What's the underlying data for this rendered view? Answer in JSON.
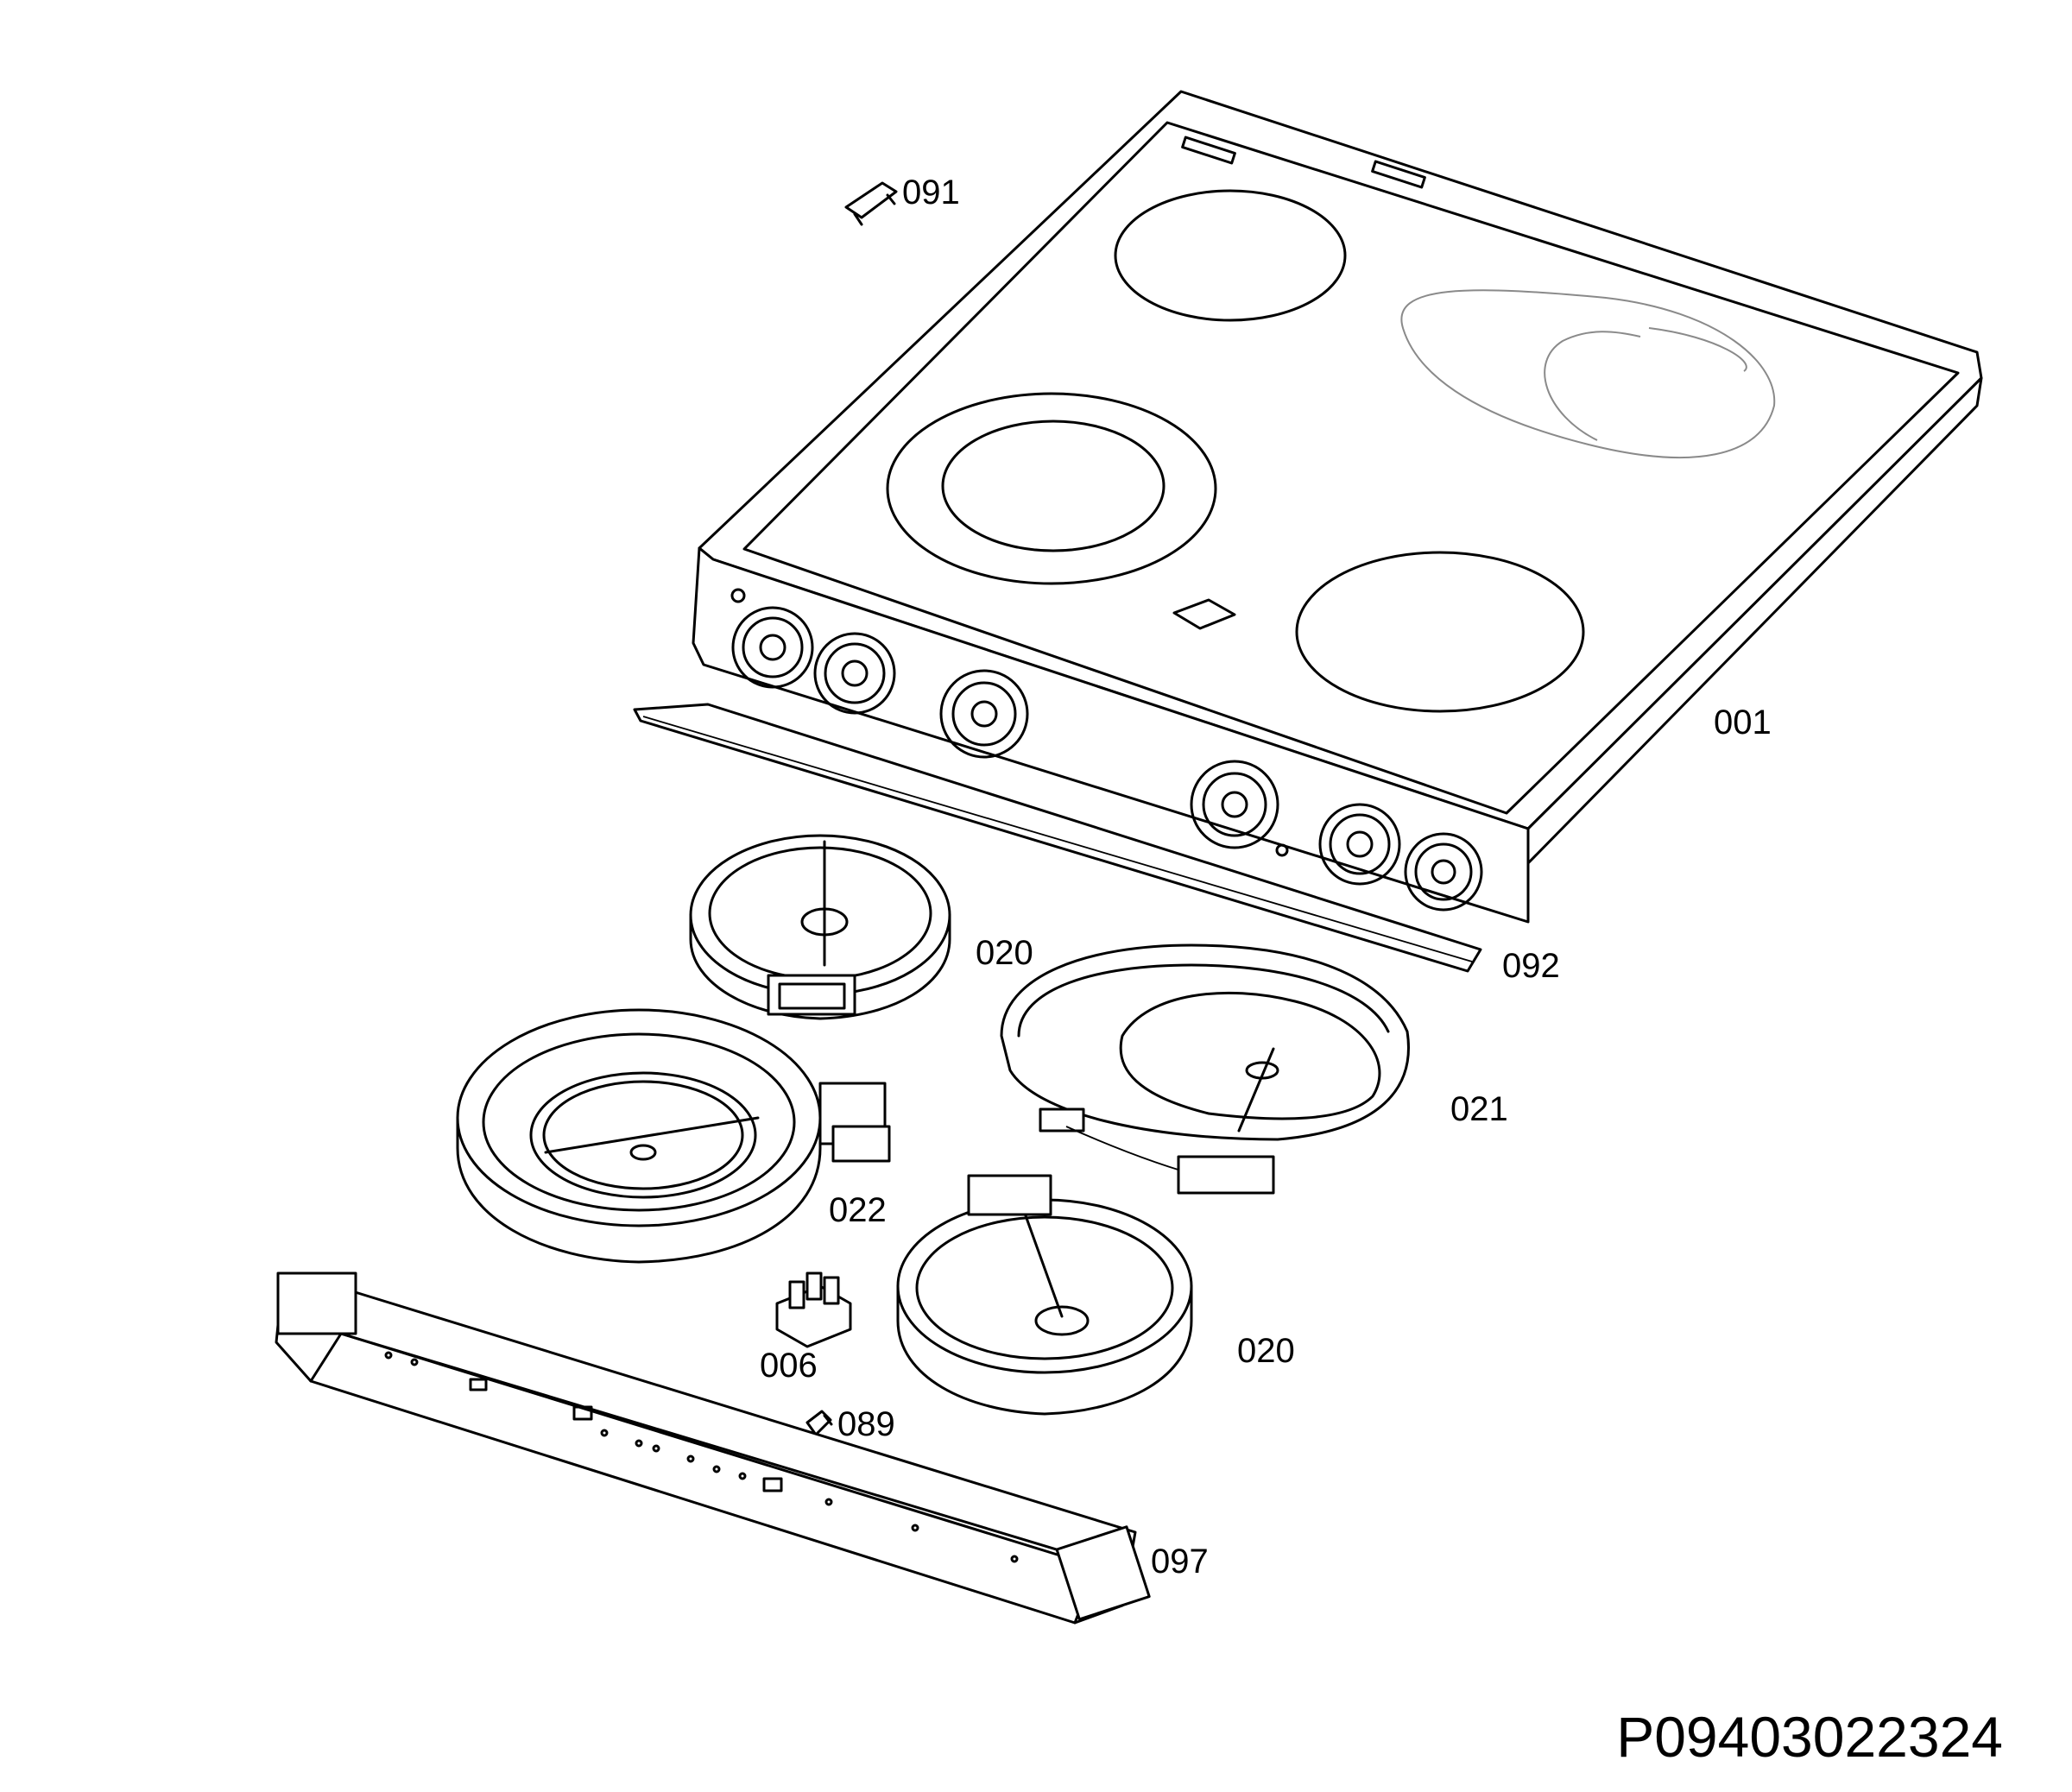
{
  "diagram": {
    "drawing_id": "P09403022324",
    "parts": [
      {
        "key": "hob_top",
        "label": "001"
      },
      {
        "key": "clip_top",
        "label": "091"
      },
      {
        "key": "front_strip",
        "label": "092"
      },
      {
        "key": "heater_small_upper",
        "label": "020"
      },
      {
        "key": "heater_oval",
        "label": "021"
      },
      {
        "key": "heater_dual",
        "label": "022"
      },
      {
        "key": "heater_small_lower",
        "label": "020"
      },
      {
        "key": "terminal_block",
        "label": "006"
      },
      {
        "key": "clip_small",
        "label": "089"
      },
      {
        "key": "support_rail",
        "label": "097"
      }
    ]
  }
}
